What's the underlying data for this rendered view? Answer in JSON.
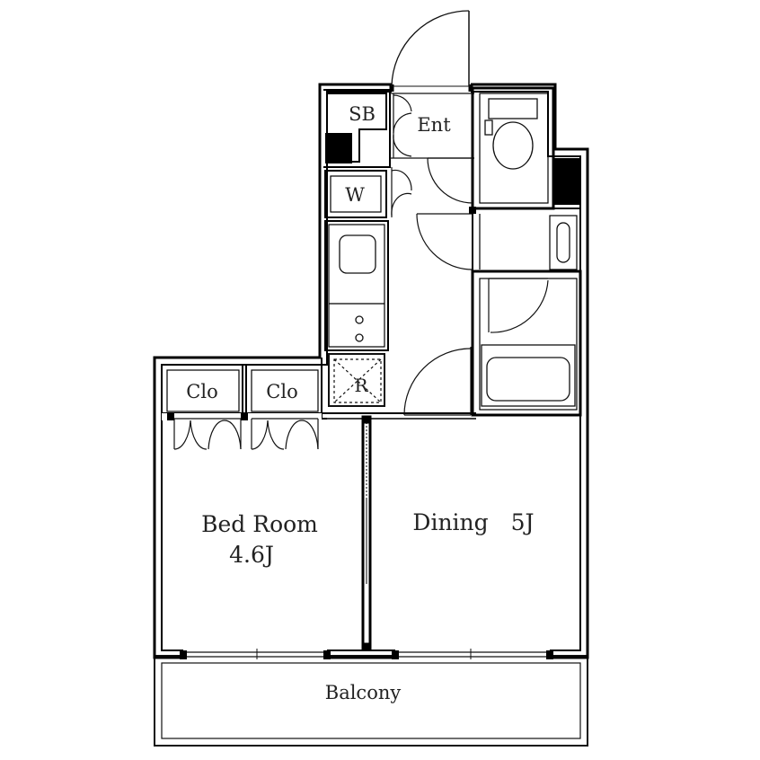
{
  "labels": {
    "shoe_box": "SB",
    "entrance": "Ent",
    "washer": "W",
    "refrigerator": "R",
    "closet_1": "Clo",
    "closet_2": "Clo",
    "bedroom_name": "Bed Room",
    "bedroom_size": "4.6J",
    "dining": "Dining　5J",
    "balcony": "Balcony"
  },
  "colors": {
    "wall": "#000000",
    "line": "#111111",
    "text": "#222222",
    "background": "#ffffff"
  }
}
